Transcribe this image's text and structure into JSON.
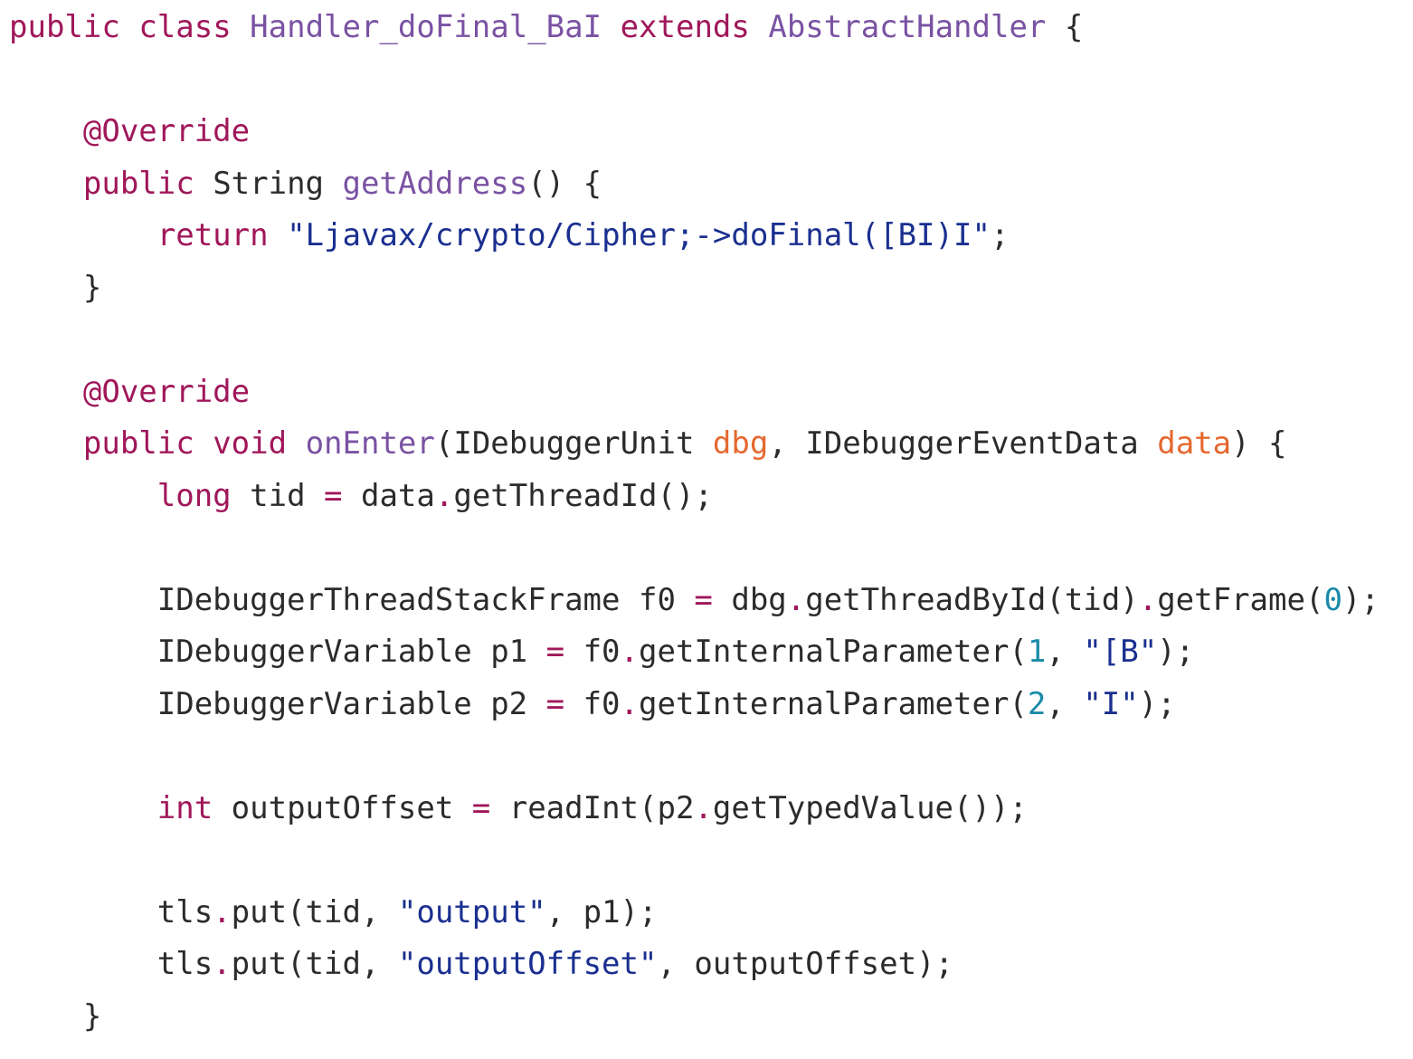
{
  "colors": {
    "background": "#ffffff",
    "keyword": "#a0175a",
    "type": "#7a52a3",
    "function": "#7a52a3",
    "string": "#1a2f8f",
    "number": "#1a8aa8",
    "parameter": "#e5682f",
    "operator": "#a0175a",
    "plain": "#2b2b2b"
  },
  "code": {
    "lines": [
      {
        "tokens": [
          {
            "t": "kw",
            "v": "public"
          },
          {
            "t": "plain",
            "v": " "
          },
          {
            "t": "kw",
            "v": "class"
          },
          {
            "t": "plain",
            "v": " "
          },
          {
            "t": "type",
            "v": "Handler_doFinal_BaI"
          },
          {
            "t": "plain",
            "v": " "
          },
          {
            "t": "kw",
            "v": "extends"
          },
          {
            "t": "plain",
            "v": " "
          },
          {
            "t": "type",
            "v": "AbstractHandler"
          },
          {
            "t": "plain",
            "v": " {"
          }
        ]
      },
      {
        "tokens": []
      },
      {
        "tokens": [
          {
            "t": "plain",
            "v": "    "
          },
          {
            "t": "kw",
            "v": "@Override"
          }
        ]
      },
      {
        "tokens": [
          {
            "t": "plain",
            "v": "    "
          },
          {
            "t": "kw",
            "v": "public"
          },
          {
            "t": "plain",
            "v": " String "
          },
          {
            "t": "fn",
            "v": "getAddress"
          },
          {
            "t": "plain",
            "v": "() {"
          }
        ]
      },
      {
        "tokens": [
          {
            "t": "plain",
            "v": "        "
          },
          {
            "t": "kw",
            "v": "return"
          },
          {
            "t": "plain",
            "v": " "
          },
          {
            "t": "str",
            "v": "\"Ljavax/crypto/Cipher;->doFinal([BI)I\""
          },
          {
            "t": "plain",
            "v": ";"
          }
        ]
      },
      {
        "tokens": [
          {
            "t": "plain",
            "v": "    }"
          }
        ]
      },
      {
        "tokens": []
      },
      {
        "tokens": [
          {
            "t": "plain",
            "v": "    "
          },
          {
            "t": "kw",
            "v": "@Override"
          }
        ]
      },
      {
        "tokens": [
          {
            "t": "plain",
            "v": "    "
          },
          {
            "t": "kw",
            "v": "public"
          },
          {
            "t": "plain",
            "v": " "
          },
          {
            "t": "kw",
            "v": "void"
          },
          {
            "t": "plain",
            "v": " "
          },
          {
            "t": "fn",
            "v": "onEnter"
          },
          {
            "t": "plain",
            "v": "(IDebuggerUnit "
          },
          {
            "t": "param",
            "v": "dbg"
          },
          {
            "t": "plain",
            "v": ", IDebuggerEventData "
          },
          {
            "t": "param",
            "v": "data"
          },
          {
            "t": "plain",
            "v": ") {"
          }
        ]
      },
      {
        "tokens": [
          {
            "t": "plain",
            "v": "        "
          },
          {
            "t": "kw",
            "v": "long"
          },
          {
            "t": "plain",
            "v": " tid "
          },
          {
            "t": "op",
            "v": "="
          },
          {
            "t": "plain",
            "v": " data"
          },
          {
            "t": "op",
            "v": "."
          },
          {
            "t": "plain",
            "v": "getThreadId();"
          }
        ]
      },
      {
        "tokens": []
      },
      {
        "tokens": [
          {
            "t": "plain",
            "v": "        IDebuggerThreadStackFrame f0 "
          },
          {
            "t": "op",
            "v": "="
          },
          {
            "t": "plain",
            "v": " dbg"
          },
          {
            "t": "op",
            "v": "."
          },
          {
            "t": "plain",
            "v": "getThreadById(tid)"
          },
          {
            "t": "op",
            "v": "."
          },
          {
            "t": "plain",
            "v": "getFrame("
          },
          {
            "t": "num",
            "v": "0"
          },
          {
            "t": "plain",
            "v": ");"
          }
        ]
      },
      {
        "tokens": [
          {
            "t": "plain",
            "v": "        IDebuggerVariable p1 "
          },
          {
            "t": "op",
            "v": "="
          },
          {
            "t": "plain",
            "v": " f0"
          },
          {
            "t": "op",
            "v": "."
          },
          {
            "t": "plain",
            "v": "getInternalParameter("
          },
          {
            "t": "num",
            "v": "1"
          },
          {
            "t": "plain",
            "v": ", "
          },
          {
            "t": "str",
            "v": "\"[B\""
          },
          {
            "t": "plain",
            "v": ");"
          }
        ]
      },
      {
        "tokens": [
          {
            "t": "plain",
            "v": "        IDebuggerVariable p2 "
          },
          {
            "t": "op",
            "v": "="
          },
          {
            "t": "plain",
            "v": " f0"
          },
          {
            "t": "op",
            "v": "."
          },
          {
            "t": "plain",
            "v": "getInternalParameter("
          },
          {
            "t": "num",
            "v": "2"
          },
          {
            "t": "plain",
            "v": ", "
          },
          {
            "t": "str",
            "v": "\"I\""
          },
          {
            "t": "plain",
            "v": ");"
          }
        ]
      },
      {
        "tokens": []
      },
      {
        "tokens": [
          {
            "t": "plain",
            "v": "        "
          },
          {
            "t": "kw",
            "v": "int"
          },
          {
            "t": "plain",
            "v": " outputOffset "
          },
          {
            "t": "op",
            "v": "="
          },
          {
            "t": "plain",
            "v": " readInt(p2"
          },
          {
            "t": "op",
            "v": "."
          },
          {
            "t": "plain",
            "v": "getTypedValue());"
          }
        ]
      },
      {
        "tokens": []
      },
      {
        "tokens": [
          {
            "t": "plain",
            "v": "        tls"
          },
          {
            "t": "op",
            "v": "."
          },
          {
            "t": "plain",
            "v": "put(tid, "
          },
          {
            "t": "str",
            "v": "\"output\""
          },
          {
            "t": "plain",
            "v": ", p1);"
          }
        ]
      },
      {
        "tokens": [
          {
            "t": "plain",
            "v": "        tls"
          },
          {
            "t": "op",
            "v": "."
          },
          {
            "t": "plain",
            "v": "put(tid, "
          },
          {
            "t": "str",
            "v": "\"outputOffset\""
          },
          {
            "t": "plain",
            "v": ", outputOffset);"
          }
        ]
      },
      {
        "tokens": [
          {
            "t": "plain",
            "v": "    }"
          }
        ]
      }
    ]
  }
}
